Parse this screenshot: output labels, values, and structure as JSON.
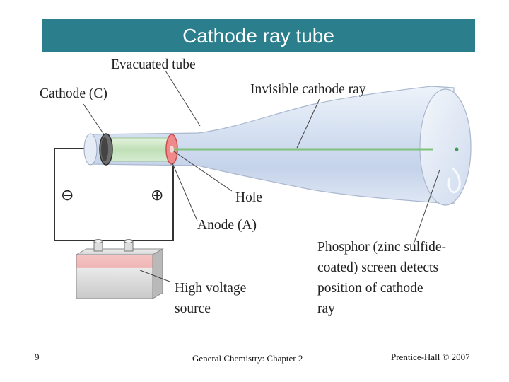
{
  "slide": {
    "title": "Cathode ray tube"
  },
  "diagram": {
    "labels": {
      "evacuated_tube": "Evacuated tube",
      "cathode": "Cathode (C)",
      "invisible_ray": "Invisible cathode ray",
      "hole": "Hole",
      "anode": "Anode (A)",
      "minus": "⊖",
      "plus": "⊕",
      "voltage_line1": "High voltage",
      "voltage_line2": "source",
      "phosphor_line1": "Phosphor (zinc sulfide-",
      "phosphor_line2": "coated) screen detects",
      "phosphor_line3": "position of cathode",
      "phosphor_line4": "ray"
    }
  },
  "footer": {
    "page_number": "9",
    "course": "General Chemistry:  Chapter 2",
    "copyright": "Prentice-Hall © 2007"
  }
}
